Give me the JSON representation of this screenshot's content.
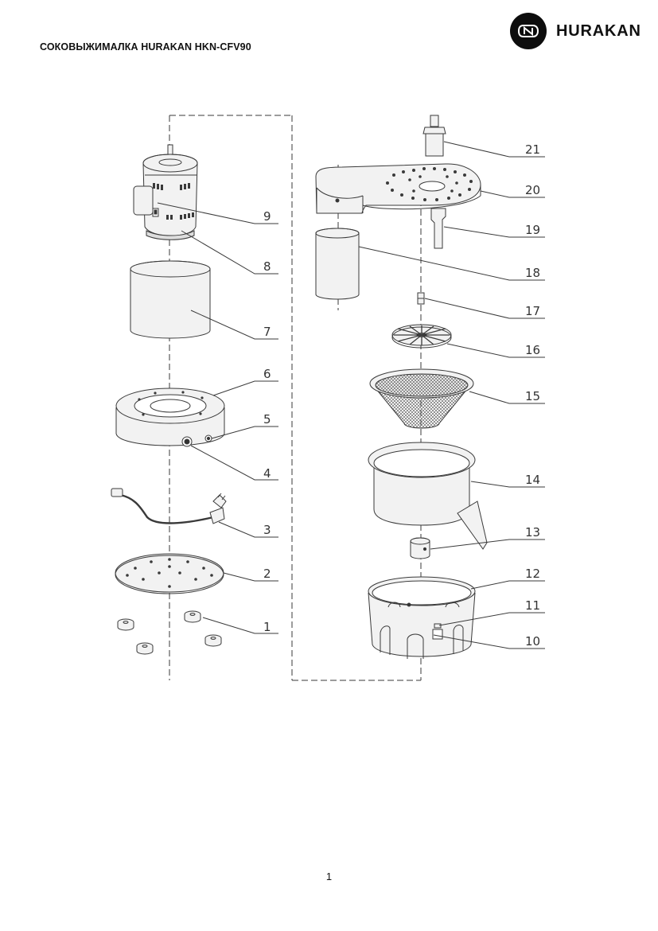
{
  "header": {
    "title": "СОКОВЫЖИМАЛКА HURAKAN HKN-CFV90",
    "brand": "HURAKAN",
    "logo_icon": "hurakan-logo-icon"
  },
  "diagram": {
    "callouts": [
      {
        "id": "1",
        "label": "1"
      },
      {
        "id": "2",
        "label": "2"
      },
      {
        "id": "3",
        "label": "3"
      },
      {
        "id": "4",
        "label": "4"
      },
      {
        "id": "5",
        "label": "5"
      },
      {
        "id": "6",
        "label": "6"
      },
      {
        "id": "7",
        "label": "7"
      },
      {
        "id": "8",
        "label": "8"
      },
      {
        "id": "9",
        "label": "9"
      },
      {
        "id": "10",
        "label": "10"
      },
      {
        "id": "11",
        "label": "11"
      },
      {
        "id": "12",
        "label": "12"
      },
      {
        "id": "13",
        "label": "13"
      },
      {
        "id": "14",
        "label": "14"
      },
      {
        "id": "15",
        "label": "15"
      },
      {
        "id": "16",
        "label": "16"
      },
      {
        "id": "17",
        "label": "17"
      },
      {
        "id": "18",
        "label": "18"
      },
      {
        "id": "19",
        "label": "19"
      },
      {
        "id": "20",
        "label": "20"
      },
      {
        "id": "21",
        "label": "21"
      }
    ]
  },
  "footer": {
    "page_number": "1"
  },
  "colors": {
    "line": "#3a3a3a",
    "part_fill": "#f2f2f2",
    "logo_bg": "#0d0d0d"
  }
}
